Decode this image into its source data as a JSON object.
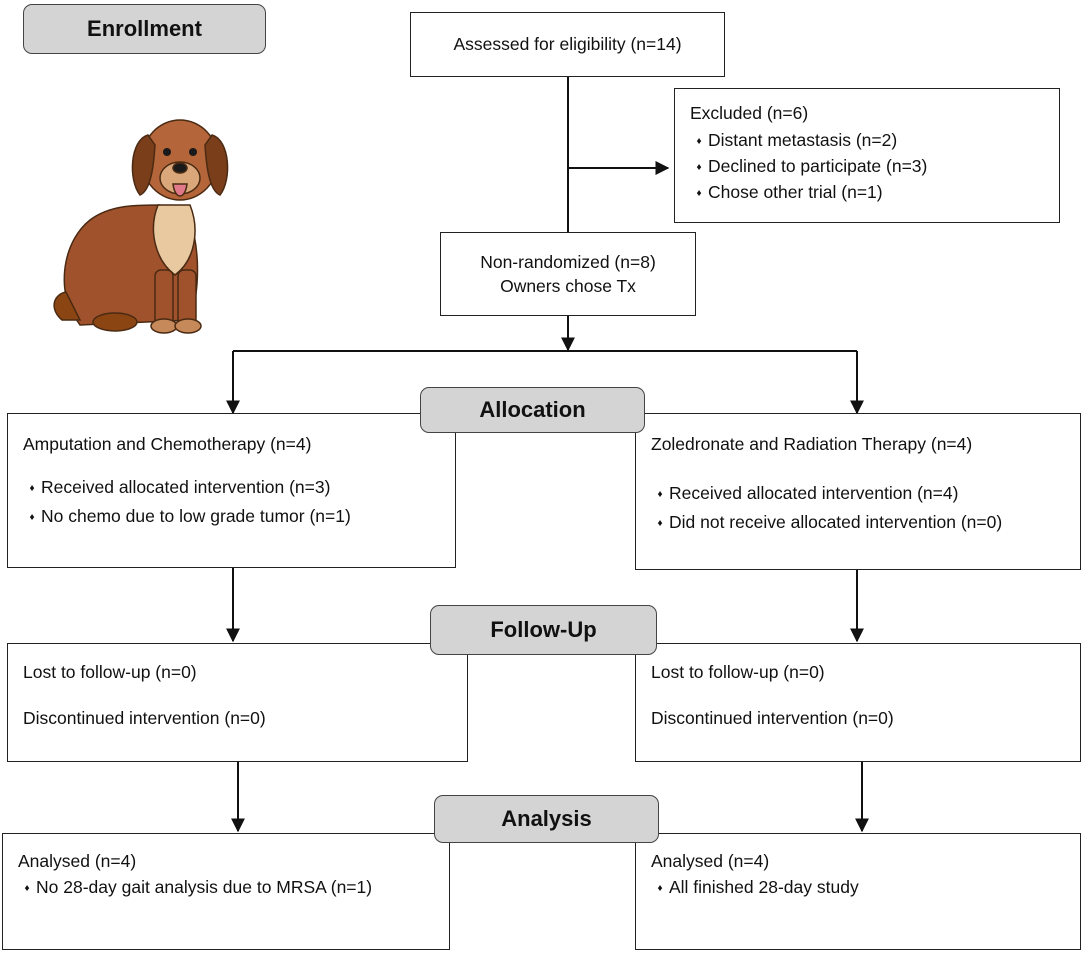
{
  "stages": {
    "enrollment": "Enrollment",
    "allocation": "Allocation",
    "follow_up": "Follow-Up",
    "analysis": "Analysis"
  },
  "assessed": "Assessed for eligibility (n=14)",
  "excluded": {
    "title": "Excluded (n=6)",
    "items": [
      "Distant metastasis (n=2)",
      "Declined to participate (n=3)",
      "Chose other trial (n=1)"
    ]
  },
  "nonrandomized": {
    "line1": "Non-randomized (n=8)",
    "line2": "Owners chose Tx"
  },
  "left_arm": {
    "title": "Amputation and Chemotherapy (n=4)",
    "items": [
      "Received allocated intervention (n=3)",
      "No chemo due to low grade tumor (n=1)"
    ],
    "lost": "Lost to follow-up (n=0)",
    "discontinued": "Discontinued intervention (n=0)",
    "analysed": "Analysed (n=4)",
    "analysis_items": [
      "No 28-day gait analysis due to MRSA (n=1)"
    ]
  },
  "right_arm": {
    "title": "Zoledronate and Radiation Therapy (n=4)",
    "items": [
      "Received allocated intervention (n=4)",
      "Did not receive allocated intervention (n=0)"
    ],
    "lost": "Lost to follow-up (n=0)",
    "discontinued": "Discontinued intervention (n=0)",
    "analysed": "Analysed (n=4)",
    "analysis_items": [
      "All finished 28-day study"
    ]
  },
  "bullet_glyph": "♦",
  "colors": {
    "stage_fill": "#d4d4d4",
    "dog_fur": "#a0522d",
    "dog_chest": "#e8c9a0"
  }
}
